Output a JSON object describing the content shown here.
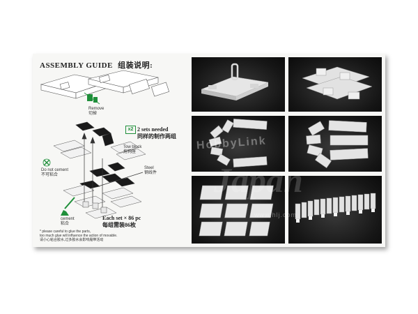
{
  "guide": {
    "title": "ASSEMBLY GUIDE",
    "title_cn": "组装说明:",
    "remove_label": "Remove",
    "remove_label_cn": "切掉",
    "multiplier": "x2",
    "sets_needed": "2 sets needed",
    "sets_needed_cn": "同样的制作两组",
    "tow_block": "Tow block",
    "tow_block_cn": "拖钩座",
    "steel": "Steel",
    "steel_cn": "钢线件",
    "do_not_cement": "Do not cement",
    "do_not_cement_cn": "不可粘合",
    "cement": "cement",
    "cement_cn": "粘合",
    "each_set": "Each set × 86 pc",
    "each_set_cn": "每组需装86枚",
    "note_en_1": "* please careful to glue the parts,",
    "note_en_2": "too much glue will influence the action of movable.",
    "note_cn": "请小心粘合胶水,过多胶水会影响履带活动"
  },
  "watermark": {
    "brand": "HobbyLink",
    "brand_big": "Japan",
    "url": "www.hlj.com"
  },
  "colors": {
    "accent_green": "#1f8f3a",
    "photo_bg": "#161616",
    "part_light": "#e4e4e4",
    "part_dark": "#1a1a1a"
  }
}
